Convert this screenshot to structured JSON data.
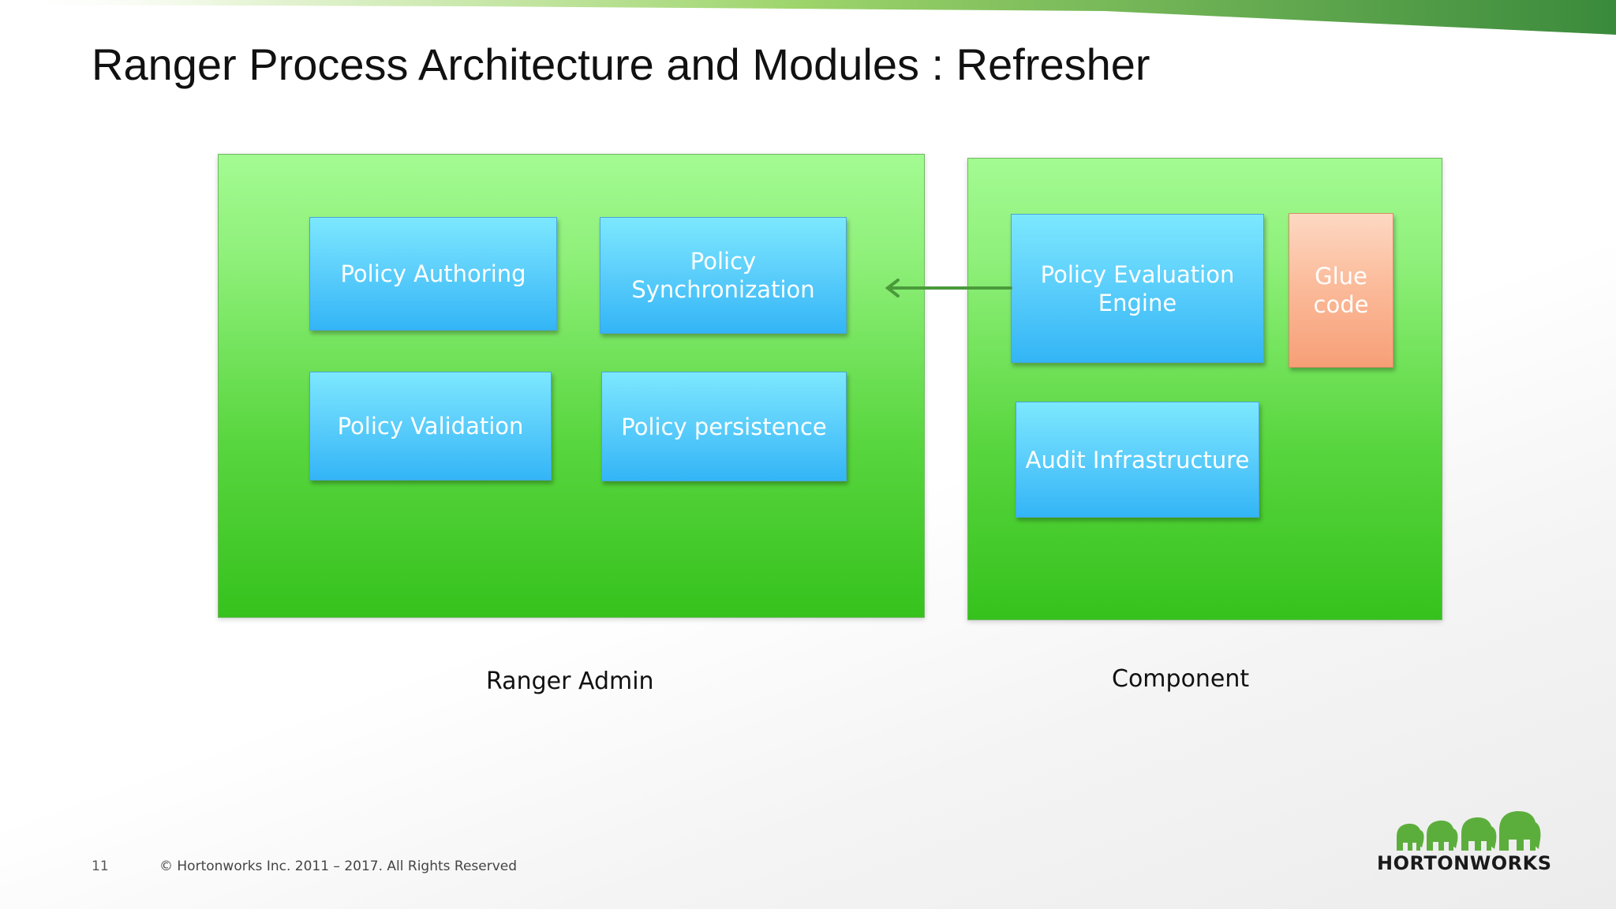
{
  "slide": {
    "title": "Ranger Process Architecture and Modules : Refresher",
    "number": "11",
    "copyright": "© Hortonworks Inc. 2011 – 2017. All Rights Reserved"
  },
  "diagram": {
    "groups": [
      {
        "label": "Ranger Admin",
        "modules": [
          {
            "label": "Policy Authoring"
          },
          {
            "label": "Policy Synchronization"
          },
          {
            "label": "Policy Validation"
          },
          {
            "label": "Policy persistence"
          }
        ]
      },
      {
        "label": "Component",
        "modules": [
          {
            "label": "Policy Evaluation Engine"
          },
          {
            "label": "Glue code"
          },
          {
            "label": "Audit Infrastructure"
          }
        ]
      }
    ],
    "edges": [
      {
        "from": "Policy Evaluation Engine",
        "to": "Policy Synchronization"
      }
    ]
  },
  "logo": {
    "wordmark": "HORTONWORKS",
    "icon": "elephants-logo-icon"
  },
  "colors": {
    "panel_green": "#4fd13a",
    "module_blue": "#4fc3f7",
    "glue_orange": "#f9a983",
    "arrow_green": "#4a9a3a"
  }
}
